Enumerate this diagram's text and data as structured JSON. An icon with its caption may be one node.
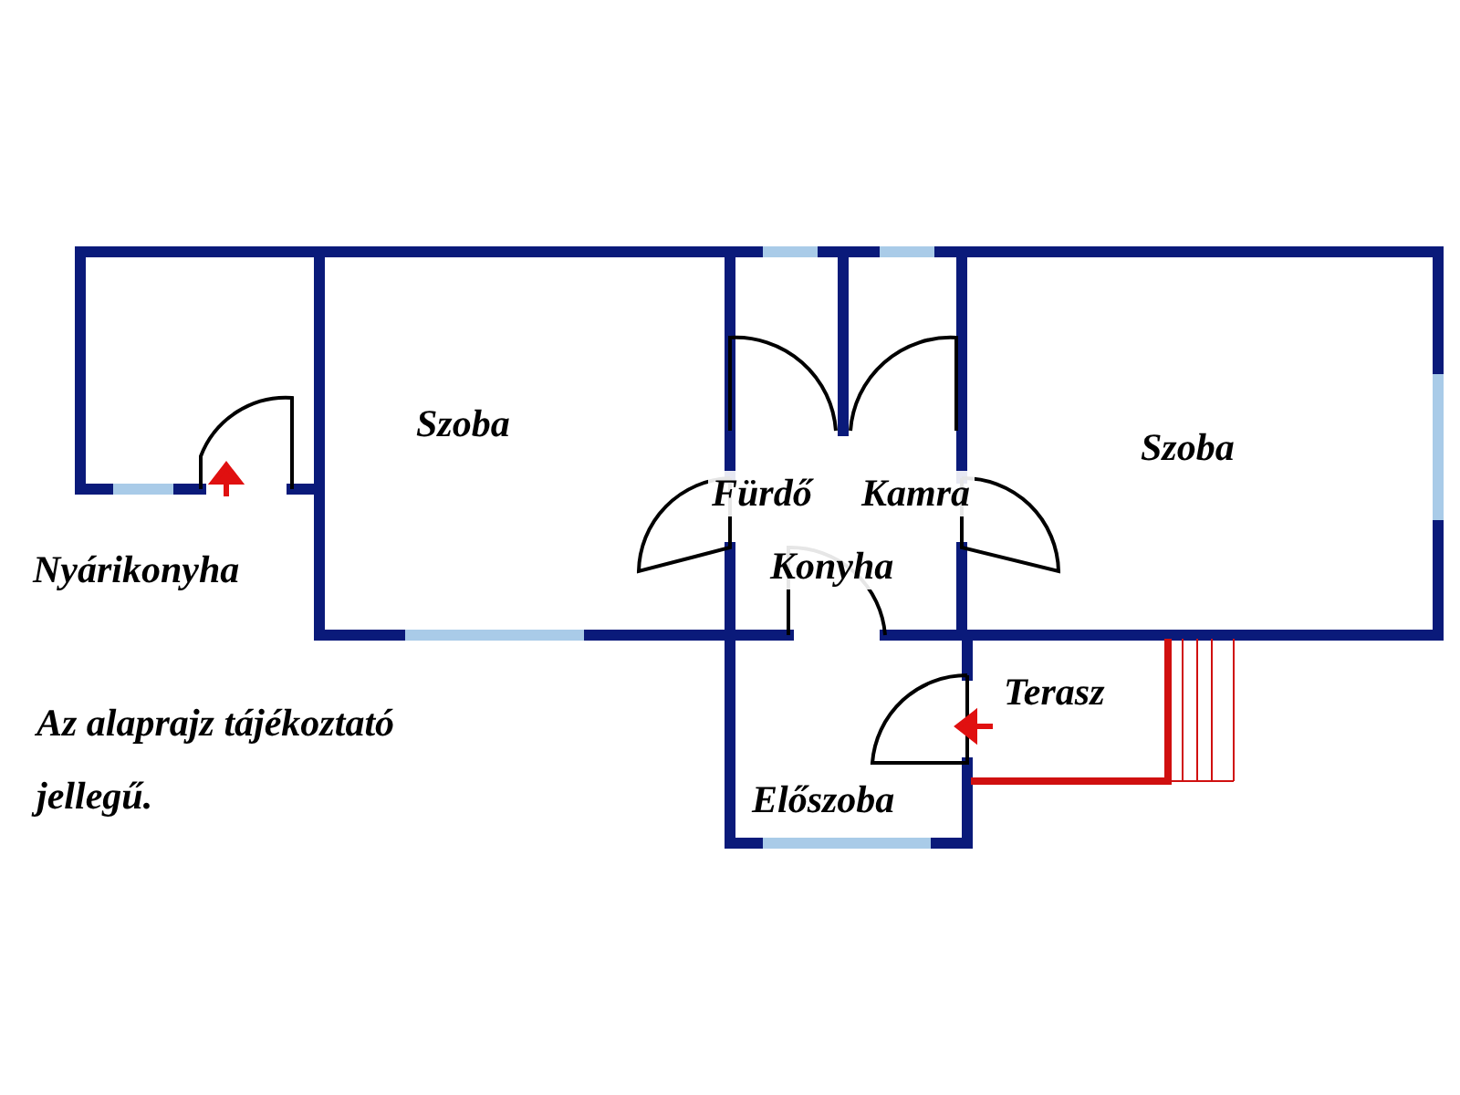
{
  "diagram": {
    "labels": [
      "Szoba",
      "Szoba",
      "Fürdő",
      "Kamra",
      "Nyárikonyha",
      "Konyha",
      "Terasz",
      "Előszoba",
      "Az alaprajz tájékoztató jellegű."
    ]
  }
}
